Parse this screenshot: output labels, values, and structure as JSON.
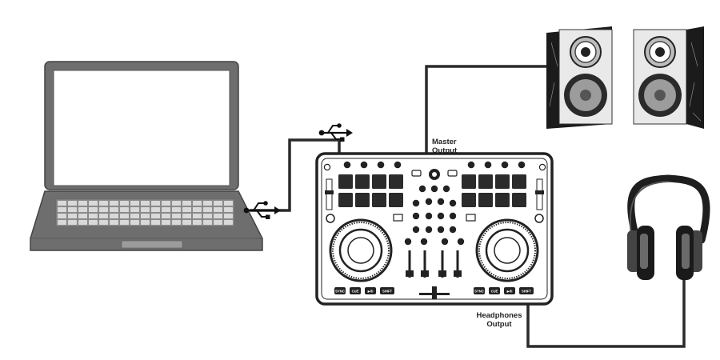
{
  "diagram": {
    "title": "DJ controller connection diagram",
    "labels": {
      "master_line1": "Master",
      "master_line2": "Output",
      "headphones_line1": "Headphones",
      "headphones_line2": "Output"
    },
    "controller_buttons": {
      "left_sync": "SYNC",
      "left_cue": "CUE",
      "left_play": "▶/II",
      "left_shift": "SHIFT",
      "right_sync": "SYNC",
      "right_cue": "CUE",
      "right_play": "▶/II",
      "right_shift": "SHIFT"
    },
    "icons": [
      "laptop-icon",
      "usb-icon",
      "dj-controller-icon",
      "speaker-icon",
      "headphones-icon"
    ],
    "colors": {
      "cable": "#2a2a2a",
      "device_fill": "#6e6e6e",
      "device_dark": "#3a3a3a",
      "pad": "#2b2b2b"
    }
  }
}
